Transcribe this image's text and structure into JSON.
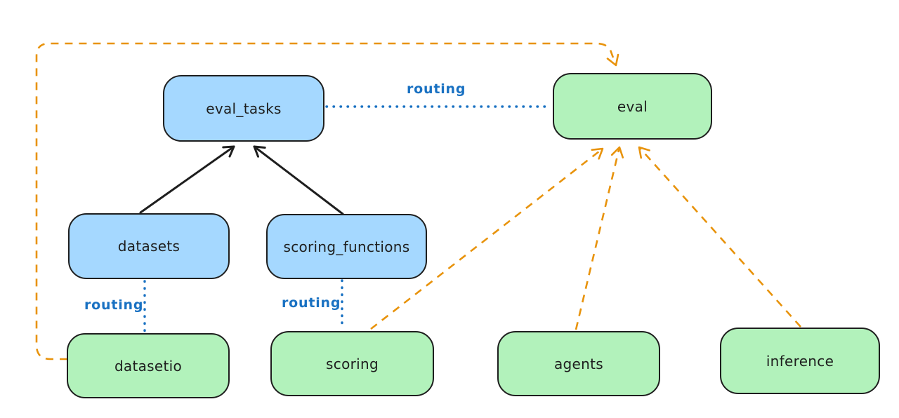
{
  "diagram": {
    "background": "#ffffff",
    "nodes": {
      "eval_tasks": {
        "label": "eval_tasks",
        "fill": "blue"
      },
      "eval": {
        "label": "eval",
        "fill": "green"
      },
      "datasets": {
        "label": "datasets",
        "fill": "blue"
      },
      "scoring_functions": {
        "label": "scoring_functions",
        "fill": "blue"
      },
      "datasetio": {
        "label": "datasetio",
        "fill": "green"
      },
      "scoring": {
        "label": "scoring",
        "fill": "green"
      },
      "agents": {
        "label": "agents",
        "fill": "green"
      },
      "inference": {
        "label": "inference",
        "fill": "green"
      }
    },
    "edge_labels": {
      "eval_tasks_eval": "routing",
      "datasets_datasetio": "routing",
      "scoring_functions_scoring": "routing"
    },
    "edges": [
      {
        "from": "datasets",
        "to": "eval_tasks",
        "style": "solid",
        "color": "black",
        "arrow": true
      },
      {
        "from": "scoring_functions",
        "to": "eval_tasks",
        "style": "solid",
        "color": "black",
        "arrow": true
      },
      {
        "from": "eval_tasks",
        "to": "eval",
        "style": "dotted",
        "color": "blue",
        "arrow": false,
        "label": "routing"
      },
      {
        "from": "datasets",
        "to": "datasetio",
        "style": "dotted",
        "color": "blue",
        "arrow": false,
        "label": "routing"
      },
      {
        "from": "scoring_functions",
        "to": "scoring",
        "style": "dotted",
        "color": "blue",
        "arrow": false,
        "label": "routing"
      },
      {
        "from": "datasetio",
        "to": "eval",
        "style": "dashed",
        "color": "orange",
        "arrow": true
      },
      {
        "from": "scoring",
        "to": "eval",
        "style": "dashed",
        "color": "orange",
        "arrow": true
      },
      {
        "from": "agents",
        "to": "eval",
        "style": "dashed",
        "color": "orange",
        "arrow": true
      },
      {
        "from": "inference",
        "to": "eval",
        "style": "dashed",
        "color": "orange",
        "arrow": true
      }
    ],
    "colors": {
      "background": "#ffffff",
      "node_stroke": "#1e1e1e",
      "node_fill_blue": "#a5d8ff",
      "node_fill_green": "#b2f2bb",
      "edge_black": "#1e1e1e",
      "edge_orange": "#e8930c",
      "edge_blue": "#1971c2",
      "label_text": "#1e1e1e"
    }
  }
}
